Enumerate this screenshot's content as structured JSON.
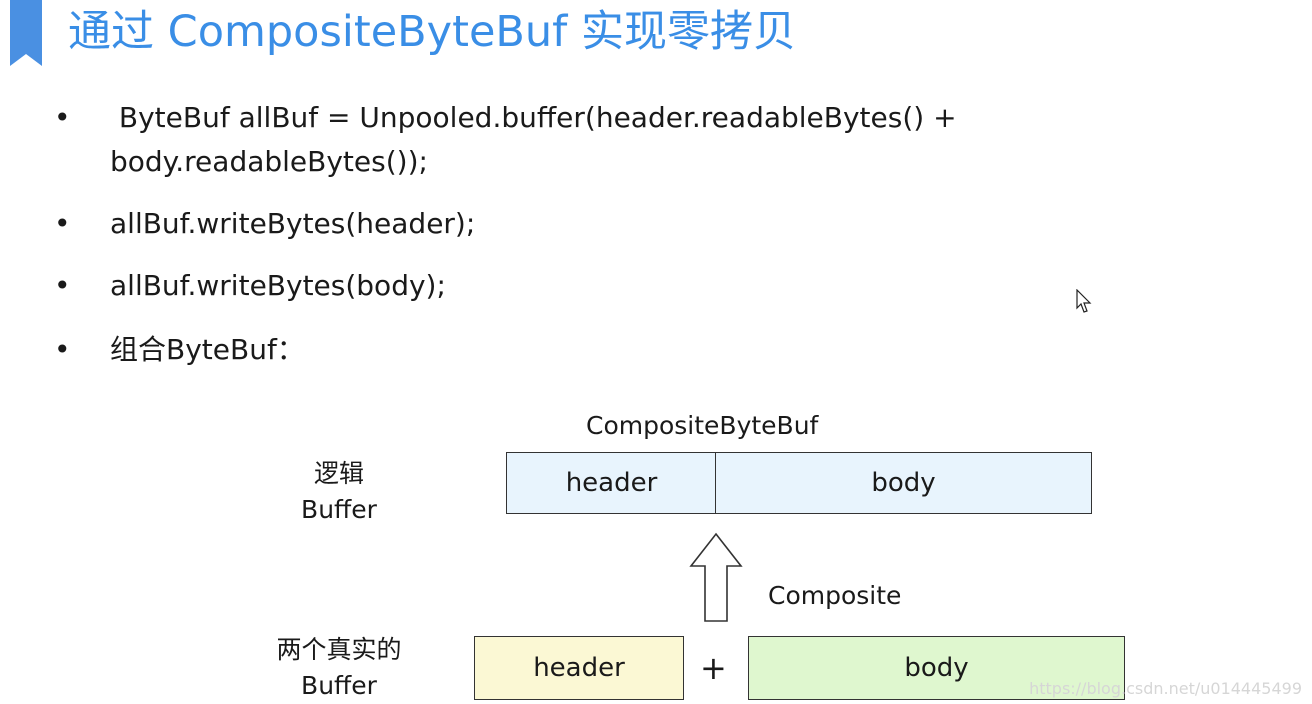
{
  "slide": {
    "title": "通过 CompositeByteBuf 实现零拷贝",
    "accent_color": "#4a90e2",
    "bullets": [
      {
        "line1": " ByteBuf allBuf = Unpooled.buffer(header.readableBytes() +",
        "line2": "body.readableBytes());"
      },
      {
        "line1": "allBuf.writeBytes(header);"
      },
      {
        "line1": "allBuf.writeBytes(body);"
      },
      {
        "line1": "组合ByteBuf："
      }
    ],
    "bullet_symbol": "•"
  },
  "diagram": {
    "composite_title": "CompositeByteBuf",
    "logical_label_line1": "逻辑",
    "logical_label_line2": "Buffer",
    "logical_header": "header",
    "logical_body": "body",
    "composite_label": "Composite",
    "real_label_line1": "两个真实的",
    "real_label_line2": "Buffer",
    "real_header": "header",
    "plus": "+",
    "real_body": "body",
    "colors": {
      "logical_fill": "#e8f4fd",
      "header_fill": "#fbf8d4",
      "body_fill": "#dff7cf"
    }
  },
  "watermark": "https://blog.csdn.net/u014445499"
}
